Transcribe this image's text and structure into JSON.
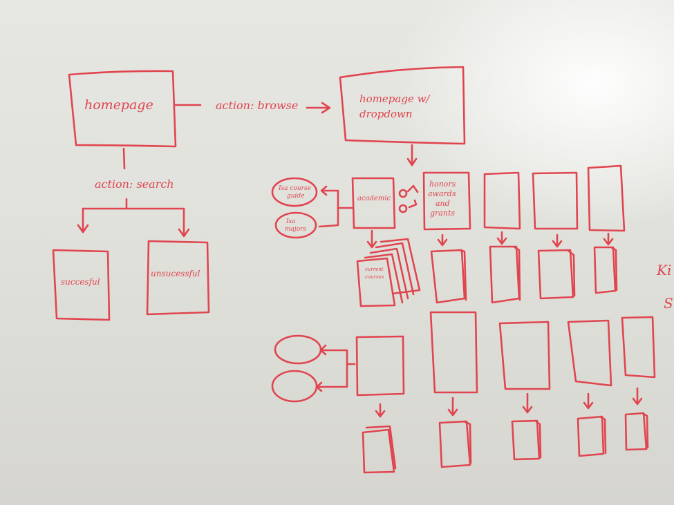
{
  "colors": {
    "marker": "#e0454f",
    "board": "#e3e3de"
  },
  "labels": {
    "homepage": "homepage",
    "action_browse": "action: browse",
    "homepage_dropdown_line1": "homepage w/",
    "homepage_dropdown_line2": "dropdown",
    "action_search": "action: search",
    "successful": "succesful",
    "unsuccessful": "unsucessful",
    "isa_course_guide_line1": "Isa course",
    "isa_course_guide_line2": "guide",
    "isa_majors_line1": "Isa",
    "isa_majors_line2": "majors",
    "academics": "academic",
    "honors_line1": "honors",
    "honors_line2": "awards",
    "honors_line3": "and",
    "honors_line4": "grants",
    "current_courses_line1": "current",
    "current_courses_line2": "courses",
    "edge_text_1": "Ki",
    "edge_text_2": "S"
  }
}
